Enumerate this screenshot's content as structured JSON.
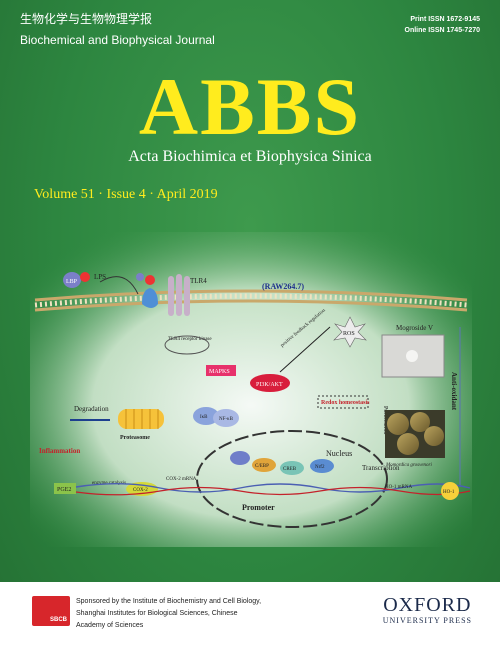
{
  "header": {
    "title_cn": "生物化学与生物物理学报",
    "title_en": "Biochemical and Biophysical Journal",
    "issn_print": "Print ISSN 1672-9145",
    "issn_online": "Online ISSN 1745-7270"
  },
  "logo": "ABBS",
  "subtitle": "Acta Biochimica et Biophysica Sinica",
  "volume_line": "Volume 51 · Issue 4 · April 2019",
  "colors": {
    "background": "#2f8a3f",
    "logo": "#ffec1e",
    "footer": "#ffffff"
  },
  "figure": {
    "cell_line": "(RAW264.7)",
    "lbp": "LBP",
    "lps": "LPS",
    "tlr4": "TLR4",
    "tlr4_kinase": "TLR4 receptor kinase",
    "mapks": "MAPKS",
    "pi3k": "PI3K/AKT",
    "ros": "ROS",
    "feedback": "positive feedback regulation",
    "mogroside": "Mogroside V",
    "redox": "Redox homeostasis",
    "degradation": "Degradation",
    "proteasome": "Proteasome",
    "nfkb": "NF-κB",
    "ikb": "IκB",
    "inflammation": "Inflammation",
    "pge2": "PGE2",
    "enzyme": "enzyme catalysis",
    "cox2": "COX-2",
    "cox2_mrna": "COX-2 mRNA",
    "nucleus": "Nucleus",
    "transcription": "Transcription",
    "promoter": "Promoter",
    "cebp": "C/EBP",
    "creb": "CREB",
    "nrf2": "Nrf2",
    "ho1_mrna": "HO-1 mRNA",
    "ho1": "HO-1",
    "purification": "Purification",
    "antioxidant": "Anti-oxidant",
    "momordica": "Momordica grosvenori"
  },
  "footer": {
    "sbcb": "SBCB",
    "sponsor": "Sponsored by the Institute of Biochemistry and Cell Biology, Shanghai Institutes for Biological Sciences, Chinese Academy of Sciences",
    "publisher": "OXFORD",
    "publisher_sub": "UNIVERSITY PRESS"
  }
}
